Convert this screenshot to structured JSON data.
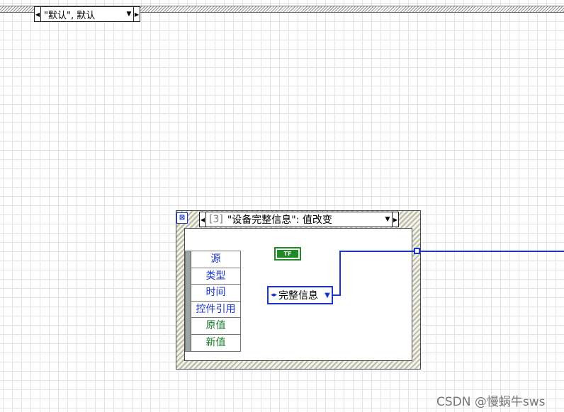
{
  "top_selector": {
    "value": "\"默认\", 默认"
  },
  "event_structure": {
    "case_index": "[3]",
    "case_label": "\"设备完整信息\": 值改变",
    "event_data_nodes": [
      {
        "label": "源",
        "color": "#1a35c8"
      },
      {
        "label": "类型",
        "color": "#1a35c8"
      },
      {
        "label": "时间",
        "color": "#1a35c8"
      },
      {
        "label": "控件引用",
        "color": "#1a35c8"
      },
      {
        "label": "原值",
        "color": "#167a2a"
      },
      {
        "label": "新值",
        "color": "#167a2a"
      }
    ],
    "boolean_constant": "TF",
    "control_reference": "完整信息"
  },
  "icons": {
    "left_arrow": "left-arrow-icon",
    "right_arrow": "right-arrow-icon",
    "dropdown": "dropdown-icon",
    "event_icon": "event-structure-icon"
  },
  "colors": {
    "wire": "#1a35c8",
    "boolean_green": "#1c8a25"
  },
  "watermark": "CSDN @慢蜗牛sws"
}
